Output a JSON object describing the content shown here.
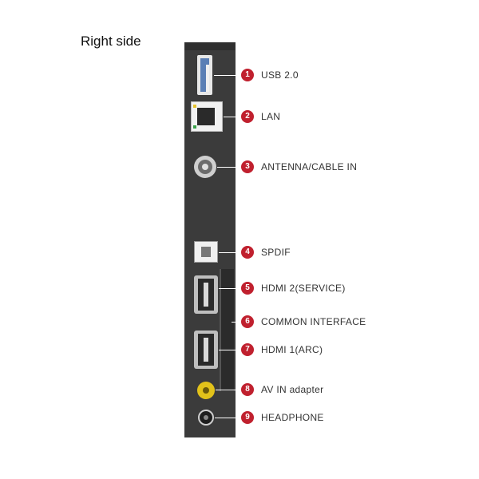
{
  "title": "Right side",
  "colors": {
    "panel": "#3b3b3b",
    "badge": "#c0202e",
    "av_port": "#e2c21a"
  },
  "ports": [
    {
      "number": "1",
      "label": "USB 2.0",
      "icon": "usb-port-icon"
    },
    {
      "number": "2",
      "label": "LAN",
      "icon": "lan-port-icon"
    },
    {
      "number": "3",
      "label": "ANTENNA/CABLE IN",
      "icon": "antenna-port-icon"
    },
    {
      "number": "4",
      "label": "SPDIF",
      "icon": "spdif-port-icon"
    },
    {
      "number": "5",
      "label": "HDMI 2(SERVICE)",
      "icon": "hdmi-port-icon"
    },
    {
      "number": "6",
      "label": "COMMON INTERFACE",
      "icon": "common-interface-slot-icon"
    },
    {
      "number": "7",
      "label": "HDMI 1(ARC)",
      "icon": "hdmi-port-icon"
    },
    {
      "number": "8",
      "label": "AV IN adapter",
      "icon": "av-in-port-icon"
    },
    {
      "number": "9",
      "label": "HEADPHONE",
      "icon": "headphone-port-icon"
    }
  ]
}
